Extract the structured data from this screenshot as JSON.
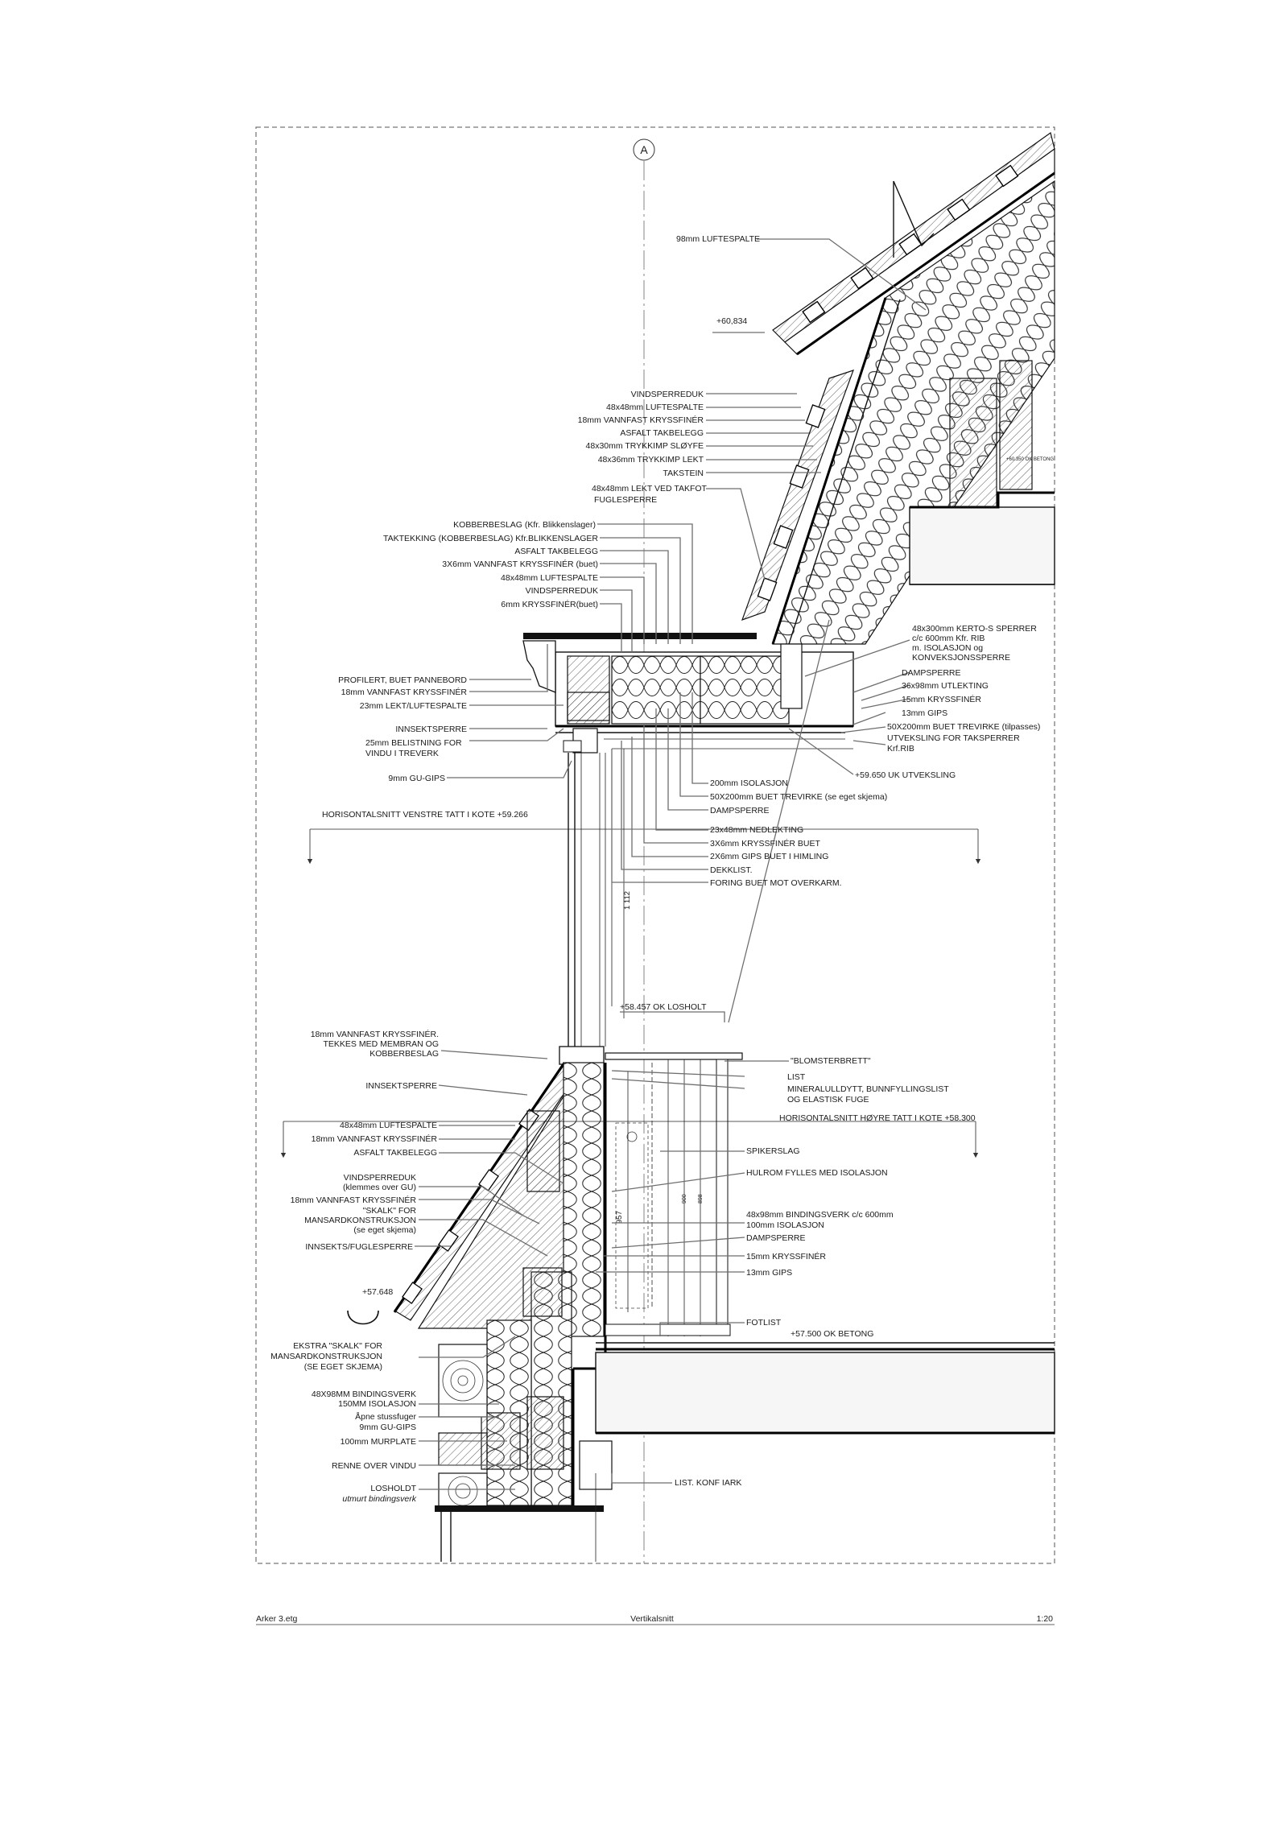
{
  "grid_marker": "A",
  "labels_top": [
    "98mm LUFTESPALTE",
    "+60,834",
    "VINDSPERREDUK",
    "48x48mm LUFTESPALTE",
    "18mm VANNFAST KRYSSFINÉR",
    "ASFALT TAKBELEGG",
    "48x30mm TRYKKIMP SLØYFE",
    "48x36mm TRYKKIMP LEKT",
    "TAKSTEIN",
    "48x48mm LEKT VED TAKFOT",
    "FUGLESPERRE",
    "KOBBERBESLAG (Kfr. Blikkenslager)",
    "TAKTEKKING (KOBBERBESLAG) Kfr.BLIKKENSLAGER",
    "ASFALT TAKBELEGG",
    "3X6mm VANNFAST KRYSSFINÉR (buet)",
    "48x48mm LUFTESPALTE",
    "VINDSPERREDUK",
    "6mm KRYSSFINÉR(buet)",
    "PROFILERT, BUET PANNEBORD",
    "18mm VANNFAST KRYSSFINÉR",
    "23mm LEKT/LUFTESPALTE",
    "INNSEKTSPERRE",
    "25mm BELISTNING FOR",
    "VINDU I TREVERK",
    "9mm GU-GIPS"
  ],
  "labels_right_top": [
    "48x300mm KERTO-S SPERRER",
    "c/c 600mm Kfr. RIB",
    "m. ISOLASJON og",
    "KONVEKSJONSSPERRE",
    "DAMPSPERRE",
    "36x98mm UTLEKTING",
    "15mm KRYSSFINÉR",
    "13mm GIPS",
    "50X200mm BUET TREVIRKE (tilpasses)",
    "UTVEKSLING FOR TAKSPERRER",
    "Krf.RIB",
    "+59.650 UK UTVEKSLING",
    "+60.350 OK BETONG"
  ],
  "labels_mid": [
    "200mm ISOLASJON",
    "50X200mm BUET TREVIRKE (se eget skjema)",
    "DAMPSPERRE",
    "HORISONTALSNITT VENSTRE TATT I KOTE +59.266",
    "23x48mm NEDLEKTING",
    "3X6mm KRYSSFINÉR BUET",
    "2X6mm GIPS BUET I HIMLING",
    "DEKKLIST.",
    "FORING BUET MOT OVERKARM.",
    "1 112",
    "+58.457 OK LOSHOLT"
  ],
  "labels_lower_left": [
    "18mm VANNFAST KRYSSFINÉR.",
    "TEKKES MED MEMBRAN OG",
    "KOBBERBESLAG",
    "INNSEKTSPERRE",
    "48x48mm LUFTESPALTE",
    "18mm VANNFAST KRYSSFINÉR",
    "ASFALT TAKBELEGG",
    "VINDSPERREDUK",
    "(klemmes over GU)",
    "18mm VANNFAST KRYSSFINÉR",
    "\"SKALK\" FOR",
    "MANSARDKONSTRUKSJON",
    "(se eget skjema)",
    "INNSEKTS/FUGLESPERRE",
    "+57.648",
    "EKSTRA \"SKALK\" FOR",
    "MANSARDKONSTRUKSJON",
    "(SE EGET SKJEMA)",
    "48X98MM BINDINGSVERK",
    "150MM ISOLASJON",
    "Åpne stussfuger",
    "9mm GU-GIPS",
    "100mm MURPLATE",
    "RENNE OVER VINDU",
    "LOSHOLDT",
    "utmurt bindingsverk"
  ],
  "labels_lower_right": [
    "\"BLOMSTERBRETT\"",
    "LIST",
    "MINERALULLDYTT, BUNNFYLLINGSLIST",
    "OG ELASTISK FUGE",
    "HORISONTALSNITT HØYRE TATT I KOTE +58.300",
    "SPIKERSLAG",
    "HULROM FYLLES MED ISOLASJON",
    "48x98mm BINDINGSVERK c/c 600mm",
    "100mm ISOLASJON",
    "DAMPSPERRE",
    "15mm KRYSSFINÉR",
    "13mm GIPS",
    "FOTLIST",
    "+57.500 OK BETONG",
    "LIST. KONF IARK",
    "957",
    "900",
    "898"
  ],
  "footer": {
    "left": "Arker 3.etg",
    "center": "Vertikalsnitt",
    "right": "1:20"
  }
}
